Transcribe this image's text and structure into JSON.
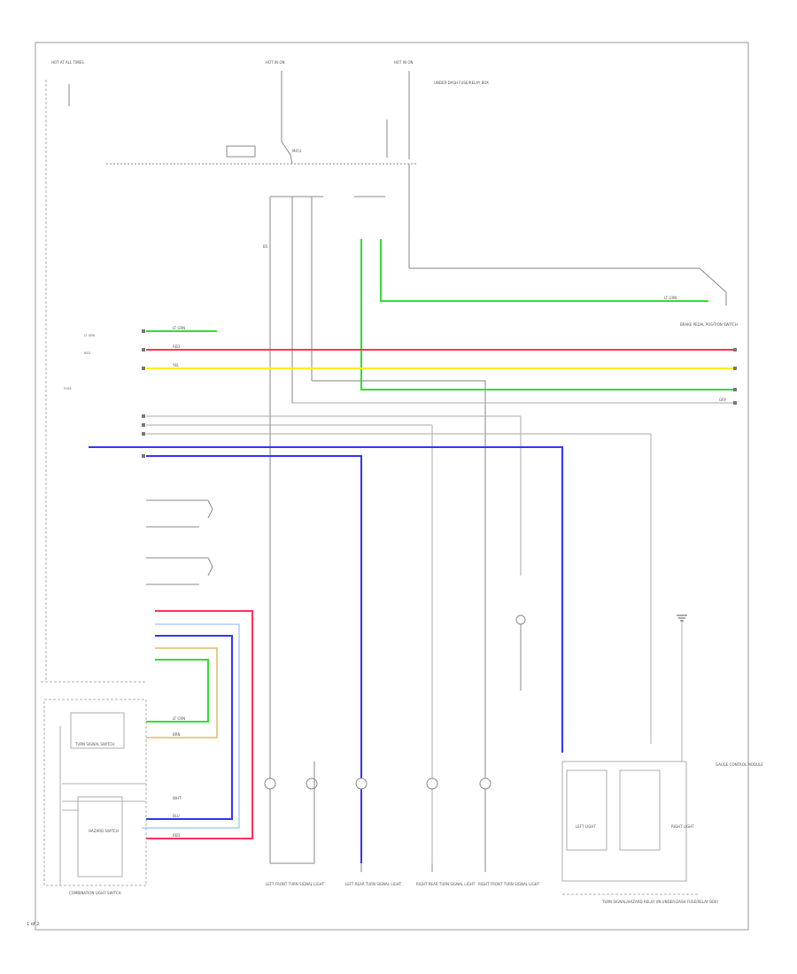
{
  "diagram": {
    "footer_code": "1 of 2",
    "colors": {
      "green": "#33dd33",
      "red": "#ff3355",
      "yellow": "#ffee00",
      "blue": "#3333ff",
      "wire": "#888888",
      "frame": "#999999",
      "orange": "#ee9933",
      "pink": "#ffaaaa",
      "light_blue": "#aaccff"
    },
    "wire_labels": {
      "lt_grn_1": "LT GRN",
      "red_main": "RED",
      "yel_main": "YEL",
      "lt_grn_2": "LT GRN",
      "gry_1": "GRY",
      "left_grn": "LT GRN",
      "right_brn": "BRN",
      "wht_1": "WHT",
      "blu_1": "BLU",
      "red_1": "RED"
    },
    "component_labels": {
      "combination_light_switch": "COMBINATION LIGHT SWITCH",
      "turn_signal_switch": "TURN SIGNAL SWITCH",
      "hazard_switch": "HAZARD SWITCH",
      "turn_signal_hazard_relay": "TURN SIGNAL/HAZARD RELAY (IN UNDER-DASH FUSE/RELAY BOX)",
      "left_front_light": "LEFT FRONT TURN SIGNAL LIGHT",
      "left_rear_light": "LEFT REAR TURN SIGNAL LIGHT",
      "right_front_light": "RIGHT FRONT TURN SIGNAL LIGHT",
      "right_rear_light": "RIGHT REAR TURN SIGNAL LIGHT",
      "brake_pedal_switch": "BRAKE PEDAL POSITION SWITCH",
      "under_dash_fuse_box": "UNDER-DASH FUSE/RELAY BOX",
      "gauge_control_module": "GAUGE CONTROL MODULE",
      "hot_at_all_times_1": "HOT AT ALL TIMES",
      "hot_in_on_1": "HOT IN ON",
      "hot_in_on_2": "HOT IN ON",
      "mics": "MICU",
      "fuse_no": "FUSE",
      "left_dash_light": "LEFT LIGHT",
      "right_dash_light": "RIGHT LIGHT"
    }
  }
}
